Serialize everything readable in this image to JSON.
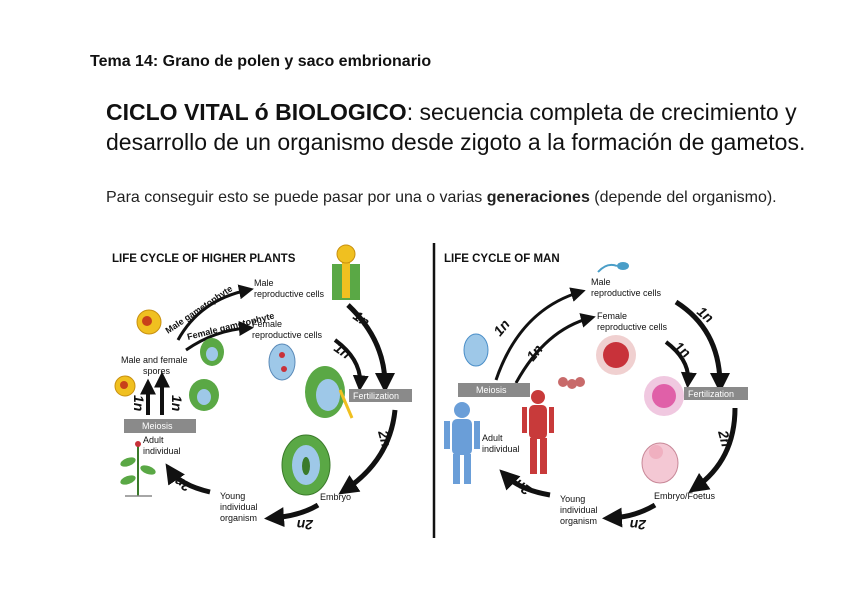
{
  "topic": "Tema 14: Grano de polen y saco embrionario",
  "heading": {
    "term": "CICLO VITAL ó BIOLOGICO",
    "definition": ": secuencia completa de crecimiento y desarrollo de un organismo desde zigoto a la formación de gametos."
  },
  "subtext": {
    "before": "Para conseguir esto se puede pasar por una o varias ",
    "bold": "generaciones",
    "after": " (depende del organismo)."
  },
  "plants": {
    "title": "LIFE CYCLE OF HIGHER PLANTS",
    "male_gametophyte": "Male gametophyte",
    "female_gametophyte": "Female gametophyte",
    "male_cells_1": "Male",
    "male_cells_2": "reproductive cells",
    "female_cells_1": "Female",
    "female_cells_2": "reproductive cells",
    "spores_1": "Male and female",
    "spores_2": "spores",
    "meiosis": "Meiosis",
    "adult_1": "Adult",
    "adult_2": "individual",
    "young_1": "Young",
    "young_2": "individual",
    "young_3": "organism",
    "embryo": "Embryo",
    "fertilization": "Fertilization",
    "n1": "1n",
    "n2": "2n"
  },
  "man": {
    "title": "LIFE CYCLE OF MAN",
    "male_cells_1": "Male",
    "male_cells_2": "reproductive cells",
    "female_cells_1": "Female",
    "female_cells_2": "reproductive cells",
    "meiosis": "Meiosis",
    "adult_1": "Adult",
    "adult_2": "individual",
    "young_1": "Young",
    "young_2": "individual",
    "young_3": "organism",
    "embryo": "Embryo/Foetus",
    "fertilization": "Fertilization",
    "n1": "1n",
    "n2": "2n"
  },
  "colors": {
    "pollen": "#f0c020",
    "plant_green": "#5aa845",
    "cell_blue": "#9ec8e8",
    "egg_red": "#c8323a",
    "egg_pink": "#e060a8",
    "box_gray": "#8a8a8a",
    "man_blue": "#6a9ed8",
    "woman_red": "#c83a3a"
  }
}
